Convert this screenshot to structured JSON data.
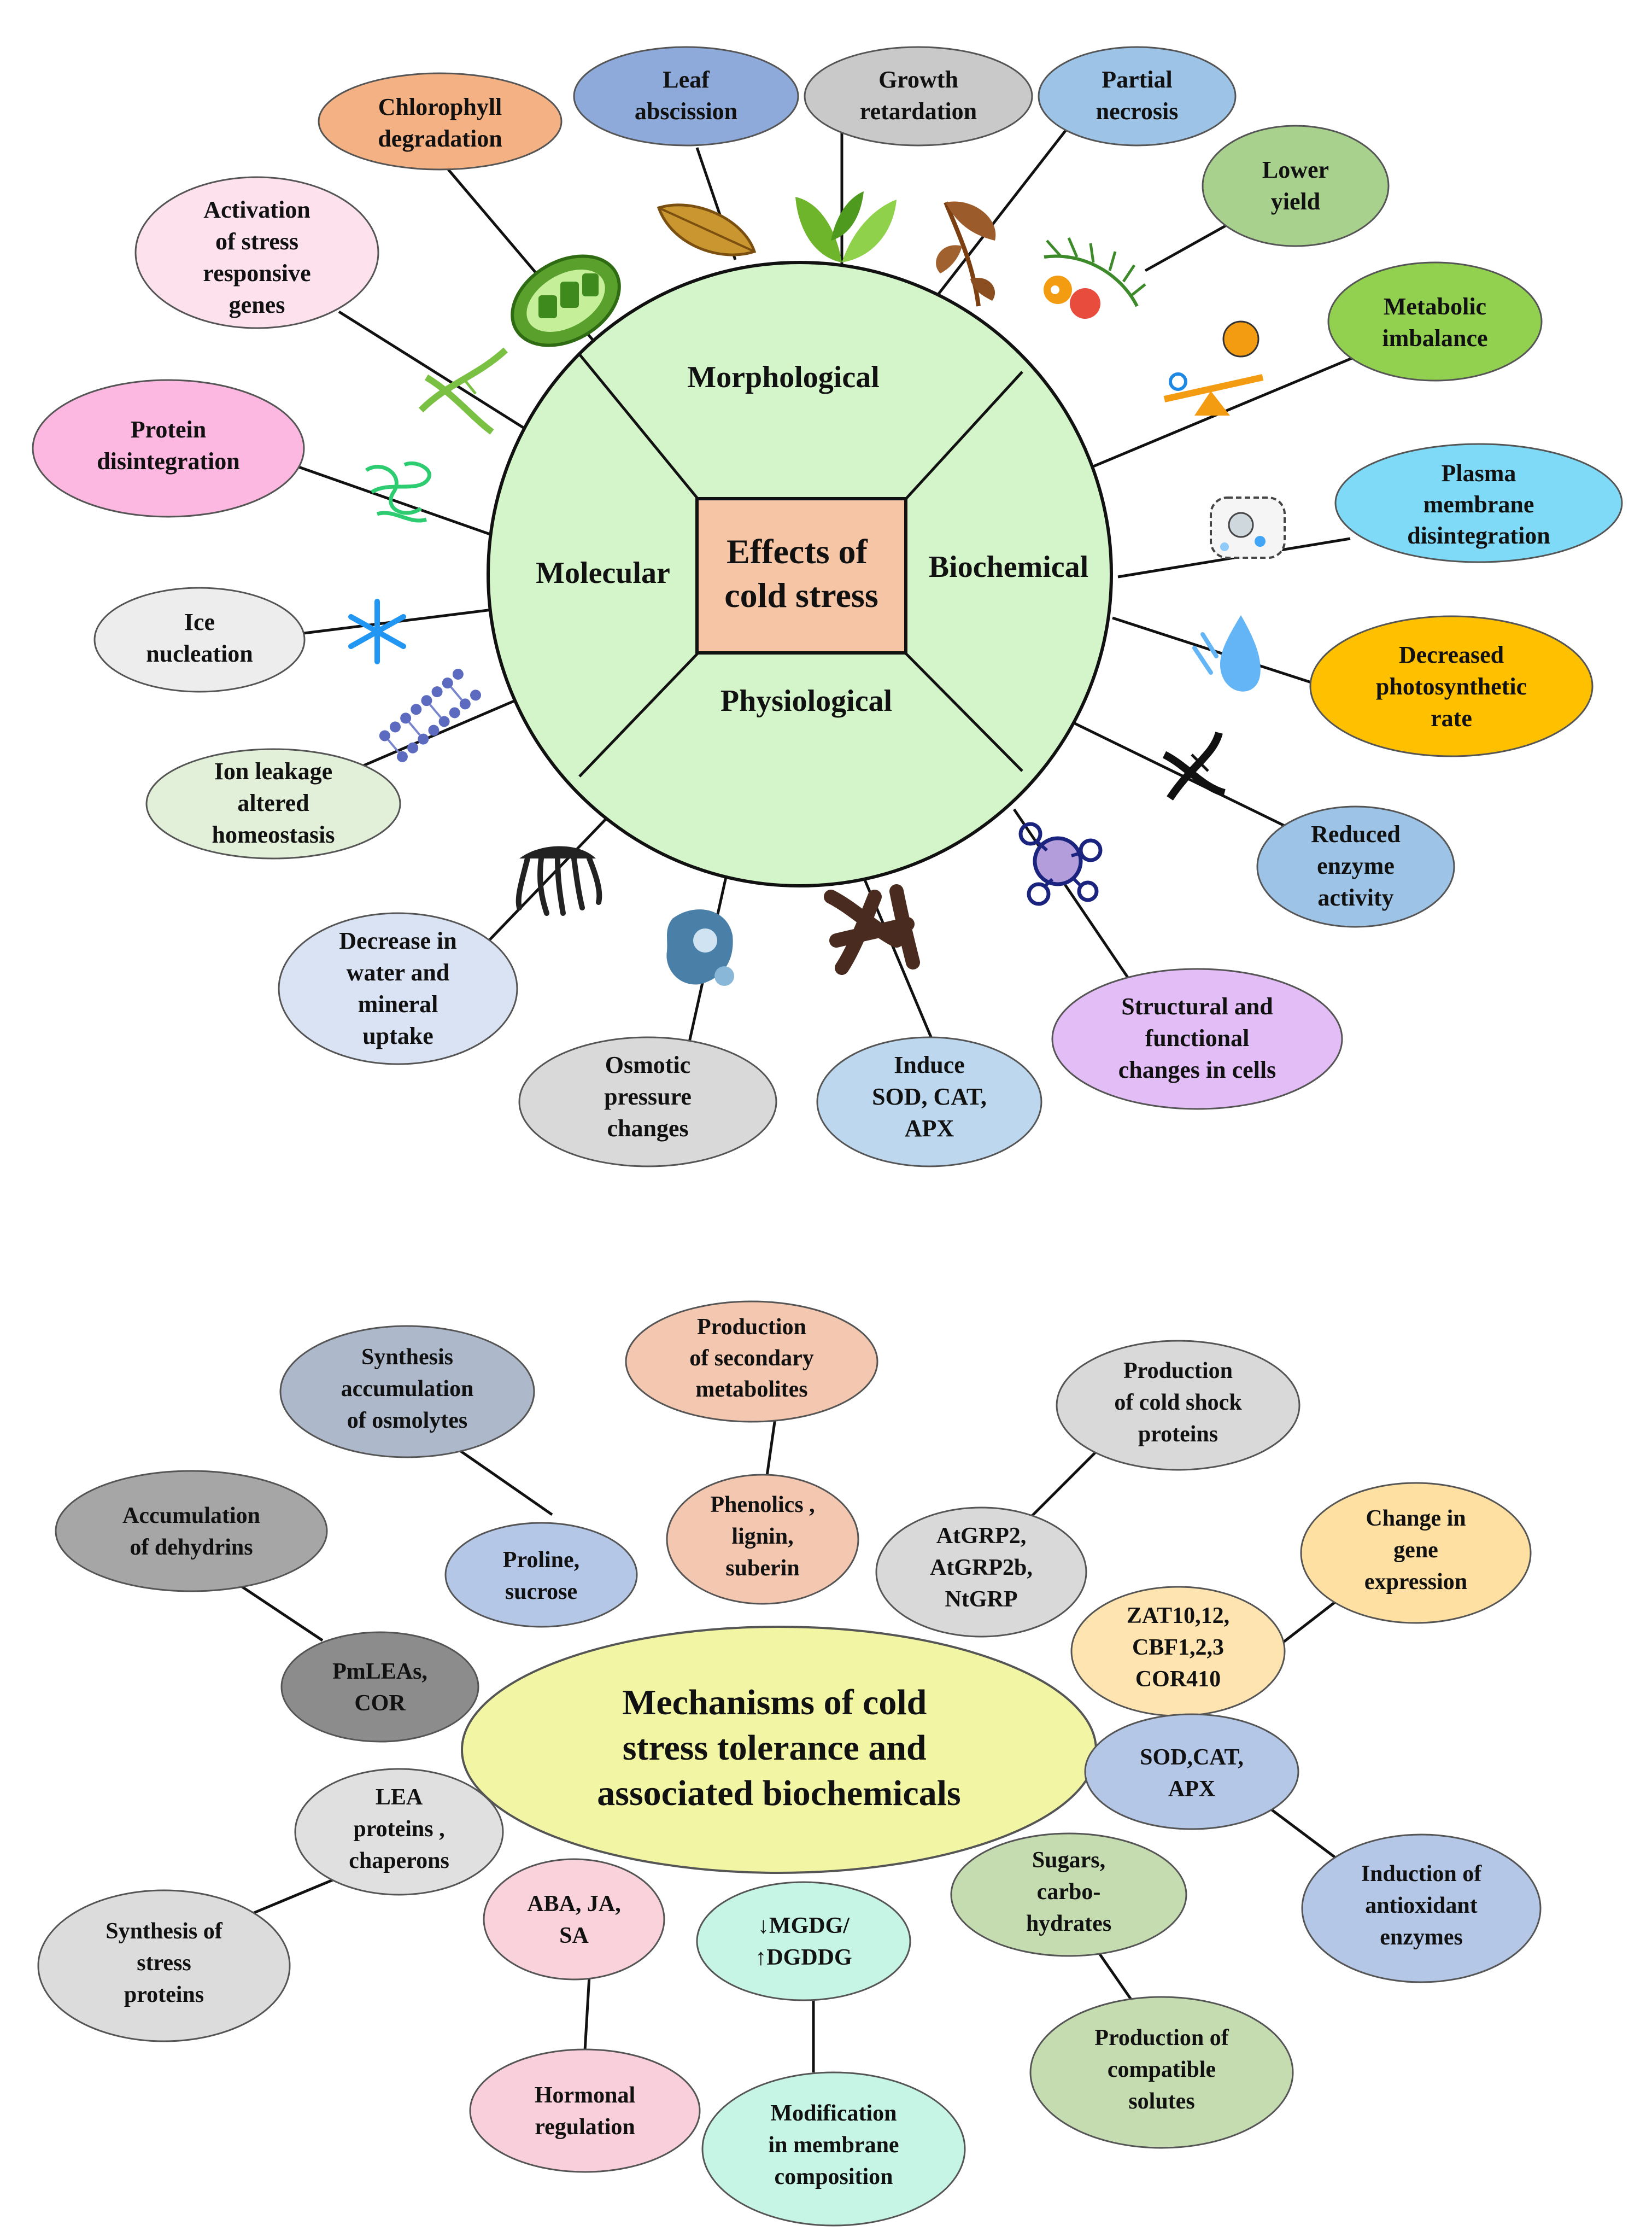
{
  "top": {
    "center": "Effects of cold stress",
    "quadrants": {
      "morphological": "Morphological",
      "biochemical": "Biochemical",
      "physiological": "Physiological",
      "molecular": "Molecular"
    },
    "bubbles": {
      "chlorophyll": "Chlorophyll degradation",
      "leaf": "Leaf abscission",
      "growth": "Growth retardation",
      "necrosis": "Partial necrosis",
      "yield": "Lower yield",
      "metabolic": "Metabolic imbalance",
      "plasma": "Plasma membrane disintegration",
      "photosynthetic": "Decreased photosynthetic rate",
      "enzyme": "Reduced enzyme activity",
      "structural": "Structural and functional changes in cells",
      "sod": "Induce SOD, CAT, APX",
      "osmotic": "Osmotic pressure changes",
      "water": "Decrease in water and mineral uptake",
      "ion": "Ion leakage altered homeostasis",
      "ice": "Ice nucleation",
      "protein": "Protein disintegration",
      "activation": "Activation of stress responsive genes"
    }
  },
  "bottom": {
    "center": "Mechanisms of cold stress tolerance and associated biochemicals",
    "bubbles": {
      "osmolytes": "Synthesis accumulation of osmolytes",
      "secondary": "Production of secondary metabolites",
      "shock": "Production of cold shock proteins",
      "dehydrins": "Accumulation of dehydrins",
      "proline": "Proline, sucrose",
      "phenolics": "Phenolics , lignin, suberin",
      "atgrp": "AtGRP2, AtGRP2b, NtGRP",
      "gene": "Change in gene expression",
      "pmleas": "PmLEAs, COR",
      "zat": "ZAT10,12, CBF1,2,3 COR410",
      "sodcat": "SOD,CAT, APX",
      "lea": "LEA proteins , chaperons",
      "antioxidant": "Induction of antioxidant enzymes",
      "aba": "ABA, JA, SA",
      "mgdg": "↓MGDG/ ↑DGDDG",
      "sugars": "Sugars, carbo- hydrates",
      "stressprot": "Synthesis of stress proteins",
      "hormonal": "Hormonal regulation",
      "membrane": "Modification in membrane composition",
      "compatible": "Production of compatible solutes"
    }
  },
  "icons": [
    "chloroplast-icon",
    "leaf-icon",
    "leaf-cluster-icon",
    "wilted-plant-icon",
    "fruit-branch-icon",
    "balance-icon",
    "membrane-cell-icon",
    "water-drop-icon",
    "dna-icon",
    "molecule-icon",
    "microbes-icon",
    "cell-icon",
    "roots-icon",
    "lipid-bilayer-icon",
    "snowflake-icon",
    "protein-icon",
    "dna-helix-icon"
  ],
  "colors": {
    "circle": "#d4f5c9",
    "center_box": "#f6c5a6",
    "bottom_center": "#f2f5a3"
  }
}
